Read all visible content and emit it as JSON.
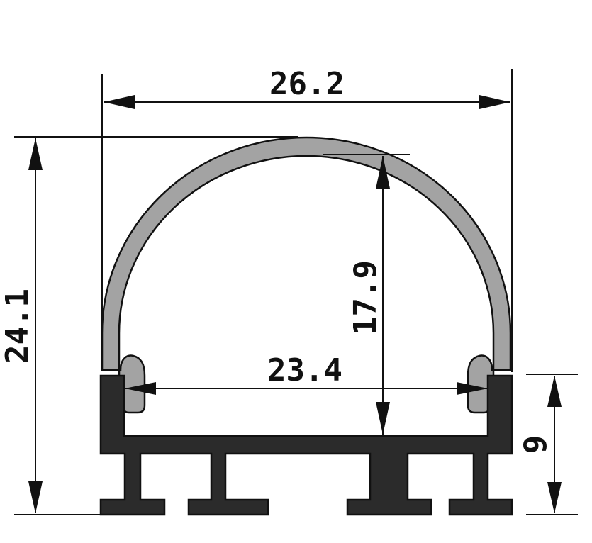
{
  "dimensions": {
    "overall_width": "26.2",
    "overall_height": "24.1",
    "inner_height": "17.9",
    "inner_width": "23.4",
    "base_height": "9"
  },
  "colors": {
    "line": "#111111",
    "cover": "#a3a3a3",
    "base": "#2b2b2b",
    "background": "#ffffff"
  }
}
